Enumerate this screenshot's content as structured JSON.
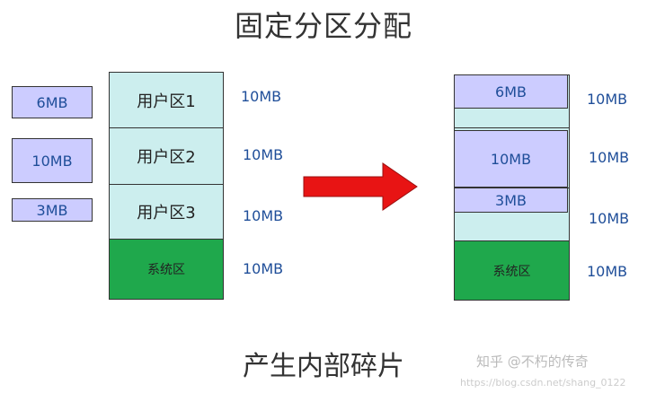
{
  "title": "固定分区分配",
  "subtitle": "产生内部碎片",
  "jobs": [
    "6MB",
    "10MB",
    "3MB"
  ],
  "left_partitions": [
    {
      "label": "用户区1",
      "size": "10MB"
    },
    {
      "label": "用户区2",
      "size": "10MB"
    },
    {
      "label": "用户区3",
      "size": "10MB"
    },
    {
      "label": "系统区",
      "size": "10MB"
    }
  ],
  "right_partitions": [
    {
      "job": "6MB",
      "size": "10MB"
    },
    {
      "job": "10MB",
      "size": "10MB"
    },
    {
      "job": "3MB",
      "size": "10MB"
    },
    {
      "label": "系统区",
      "size": "10MB"
    }
  ],
  "colors": {
    "job_fill": "#ccccff",
    "user_area_fill": "#cceeee",
    "system_area_fill": "#1fa84c",
    "arrow_fill": "#e81414",
    "size_text": "#1f4e99"
  },
  "watermark": {
    "brand": "知乎 @不朽的传奇",
    "url": "https://blog.csdn.net/shang_0122"
  }
}
